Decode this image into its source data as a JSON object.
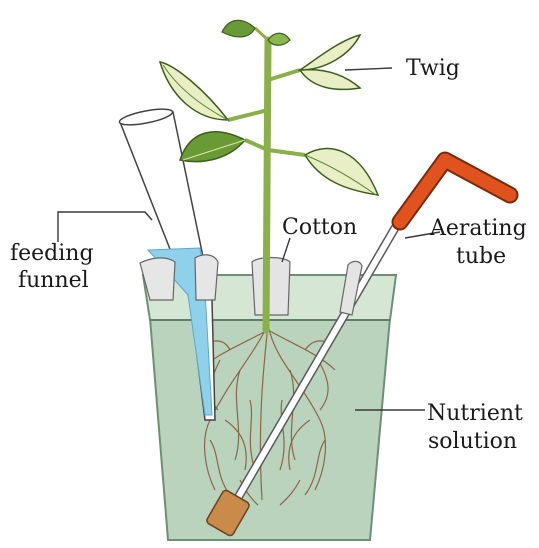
{
  "labels": {
    "twig": "Twig",
    "cotton": "Cotton",
    "feeding_1": "feeding",
    "feeding_2": "funnel",
    "aerating_1": "Aerating",
    "aerating_2": "tube",
    "nutrient_1": "Nutrient",
    "nutrient_2": "solution"
  },
  "colors": {
    "leaf_fill": "#e8efc4",
    "leaf_dark": "#5a8a2e",
    "stem": "#8bb04a",
    "pot": "#b9d3bc",
    "pot_rim": "#d6e6d4",
    "pot_outline": "#6f8f73",
    "funnel_water": "#8fd0ea",
    "root": "#8a5a3a",
    "tube_orange": "#e0531f",
    "cork": "#c98a4a"
  }
}
